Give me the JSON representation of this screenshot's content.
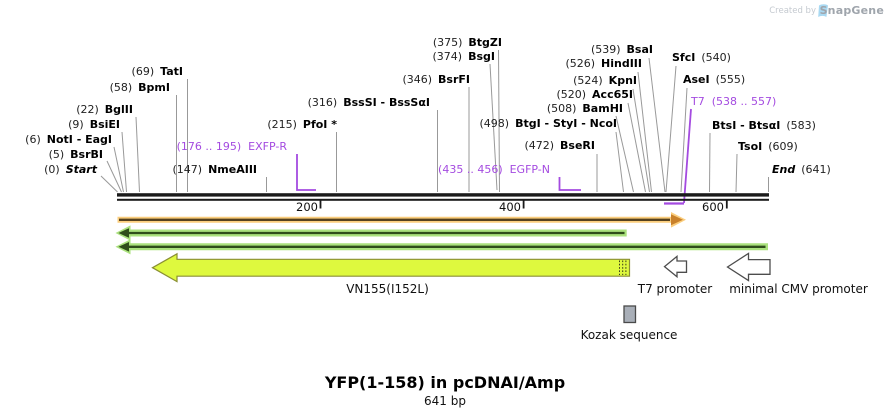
{
  "watermark": {
    "prefix": "Created by",
    "brand": "SnapGene"
  },
  "map": {
    "site_labels": [
      {
        "pos": "(0)",
        "name": "Start"
      },
      {
        "pos": "(5)",
        "name": "BsrBI"
      },
      {
        "pos": "(6)",
        "name": "NotI - EagI"
      },
      {
        "pos": "(9)",
        "name": "BsiEI"
      },
      {
        "pos": "(22)",
        "name": "BglII"
      },
      {
        "pos": "(58)",
        "name": "BpmI"
      },
      {
        "pos": "(69)",
        "name": "TatI"
      },
      {
        "pos": "(147)",
        "name": "NmeAIII"
      },
      {
        "pos": "(215)",
        "name": "PfoI *"
      },
      {
        "pos": "(316)",
        "name": "BssSI - BssSαI"
      },
      {
        "pos": "(346)",
        "name": "BsrFI"
      },
      {
        "pos": "(374)",
        "name": "BsgI"
      },
      {
        "pos": "(375)",
        "name": "BtgZI"
      },
      {
        "pos": "(472)",
        "name": "BseRI"
      },
      {
        "pos": "(498)",
        "name": "BtgI - StyI - NcoI"
      },
      {
        "pos": "(508)",
        "name": "BamHI"
      },
      {
        "pos": "(520)",
        "name": "Acc65I"
      },
      {
        "pos": "(524)",
        "name": "KpnI"
      },
      {
        "pos": "(526)",
        "name": "HindIII"
      },
      {
        "pos": "(539)",
        "name": "BsaI"
      },
      {
        "name": "SfcI",
        "pos": "(540)"
      },
      {
        "name": "AseI",
        "pos": "(555)"
      },
      {
        "name": "BtsI - BtsαI",
        "pos": "(583)"
      },
      {
        "name": "TsoI",
        "pos": "(609)"
      },
      {
        "name": "End",
        "pos": "(641)"
      }
    ],
    "primers": [
      {
        "range": "(176 .. 195)",
        "name": "EXFP-R"
      },
      {
        "range": "(435 .. 456)",
        "name": "EGFP-N"
      },
      {
        "name": "T7",
        "range": "(538 .. 557)"
      }
    ],
    "ruler_ticks": [
      "200",
      "400",
      "600"
    ],
    "features": {
      "vn155": "VN155(I152L)",
      "t7_promoter": "T7 promoter",
      "cmv_promoter": "minimal CMV promoter",
      "kozak": "Kozak sequence"
    }
  },
  "title": {
    "text": "YFP(1-158) in pcDNAI/Amp",
    "subtitle": "641 bp"
  },
  "colors": {
    "primer_purple": "#A44BE0",
    "leader_gray": "#999999",
    "backbone_black": "#1A1A1A",
    "orange_band": "#FBCE7D",
    "orange_dark": "#55411E",
    "orange_head": "#C9812B",
    "green_light": "#AAE17D",
    "green_dark": "#2F4D1B",
    "yellow_feature": "#DEF93E",
    "kozak_gray": "#A9AFB8",
    "snapgene_blue": "#A9D9F2"
  }
}
